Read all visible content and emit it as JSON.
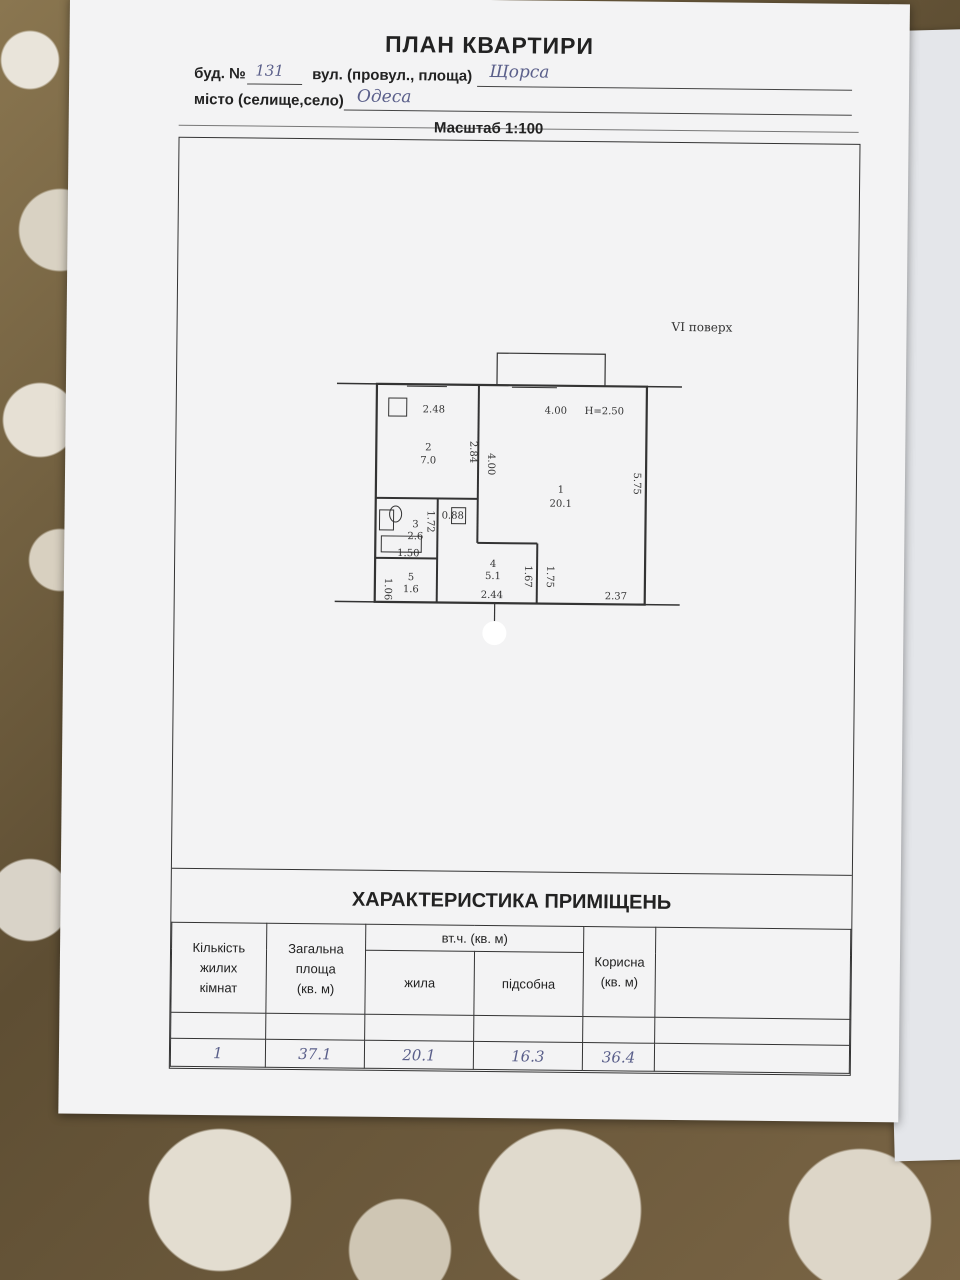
{
  "header": {
    "title": "ПЛАН КВАРТИРИ",
    "building_label": "буд. №",
    "building_number": "131",
    "street_label": "вул. (провул., площа)",
    "street_value": "Щорса",
    "city_label": "місто (селище,село)",
    "city_value": "Одеса",
    "scale": "Масштаб 1:100"
  },
  "plan": {
    "floor": "VI поверх",
    "rooms": [
      {
        "number": "1",
        "area": "20.1"
      },
      {
        "number": "2",
        "area": "7.0"
      },
      {
        "number": "3",
        "area": "2.6"
      },
      {
        "number": "4",
        "area": "5.1"
      },
      {
        "number": "5",
        "area": "1.6"
      }
    ],
    "dimensions": {
      "kitchen_width": "2.48",
      "kitchen_depth": "2.84",
      "room_width": "4.00",
      "ceiling_height": "H=2.50",
      "room_depth_left": "4.00",
      "room_depth_right": "5.75",
      "bath_small": "0.88",
      "bath_depth": "1.72",
      "bath_width": "1.50",
      "wc_depth": "1.06",
      "hall_width": "2.44",
      "hall_depth_a": "1.67",
      "hall_depth_b": "1.75",
      "room_bottom_width": "2.37"
    }
  },
  "characteristics": {
    "title": "ХАРАКТЕРИСТИКА ПРИМІЩЕНЬ",
    "headers": {
      "rooms_count": [
        "Кількість",
        "жилих",
        "кімнат"
      ],
      "total_area": [
        "Загальна",
        "площа",
        "(кв. м)"
      ],
      "incl": "вт.ч. (кв. м)",
      "living": "жила",
      "auxiliary": "підсобна",
      "useful": [
        "Корисна",
        "(кв. м)"
      ]
    },
    "values": {
      "rooms_count": "1",
      "total_area": "37.1",
      "living": "20.1",
      "auxiliary": "16.3",
      "useful": "36.4"
    }
  }
}
